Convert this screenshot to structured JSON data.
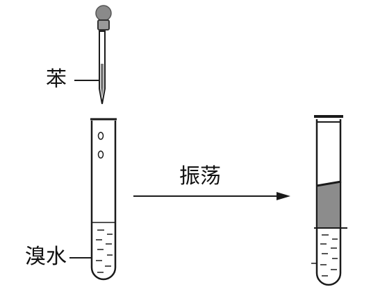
{
  "labels": {
    "benzene": "苯",
    "bromine_water": "溴水",
    "process": "振荡"
  },
  "colors": {
    "outline": "#1a1a1a",
    "dropper_bulb": "#8a8a8a",
    "organic_layer": "#8c8c8c"
  },
  "icons": [
    "dropper-icon",
    "test-tube-icon",
    "arrow-right-icon"
  ]
}
